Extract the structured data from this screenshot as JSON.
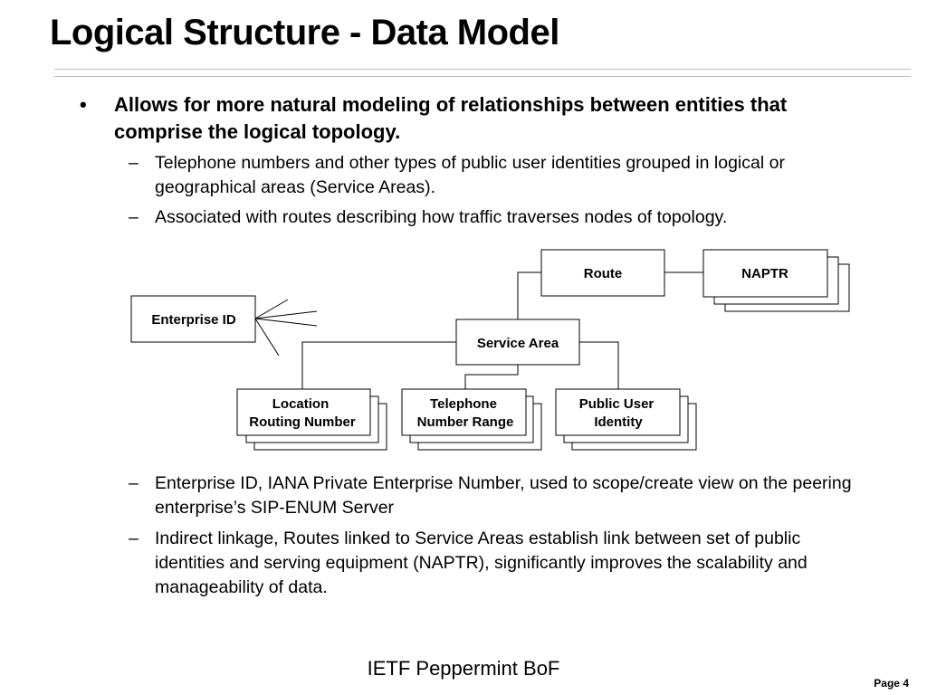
{
  "slide": {
    "title": "Logical Structure - Data Model",
    "bullets": [
      {
        "marker": "•",
        "text": "Allows for more natural modeling of relationships between entities that comprise the logical topology."
      }
    ],
    "sub_bullets_top": [
      {
        "marker": "–",
        "text": "Telephone numbers and other types of public user identities grouped in logical or geographical areas (Service Areas)."
      },
      {
        "marker": "–",
        "text": "Associated with routes describing how traffic traverses nodes of topology."
      }
    ],
    "diagram": {
      "enterprise_id": "Enterprise ID",
      "route": "Route",
      "naptr": "NAPTR",
      "service_area": "Service Area",
      "location_routing_number": [
        "Location",
        "Routing Number"
      ],
      "telephone_number_range": [
        "Telephone",
        "Number Range"
      ],
      "public_user_identity": [
        "Public User",
        "Identity"
      ]
    },
    "sub_bullets_bottom": [
      {
        "marker": "–",
        "text": "Enterprise ID, IANA Private Enterprise Number, used to scope/create view on the peering enterprise’s SIP-ENUM Server"
      },
      {
        "marker": "–",
        "text": "Indirect linkage, Routes linked to Service Areas establish link between set of public identities and serving equipment (NAPTR), significantly improves the scalability and manageability of data."
      }
    ],
    "footer": "IETF Peppermint BoF",
    "page": "Page 4"
  }
}
